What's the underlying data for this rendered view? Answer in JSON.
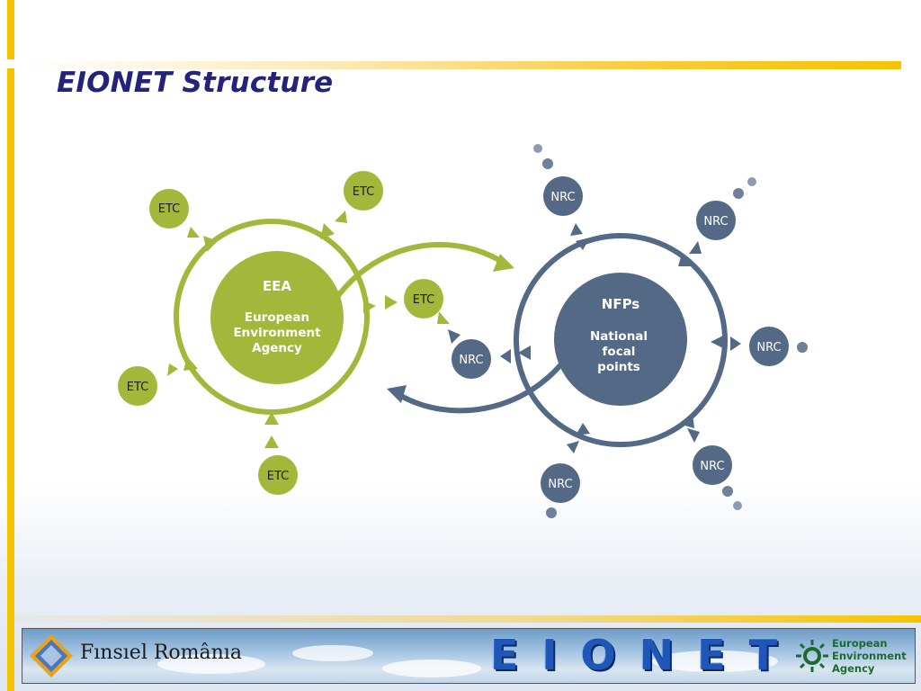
{
  "title": "EIONET Structure",
  "eea": {
    "title": "EEA",
    "lines": [
      "European",
      "Environment",
      "Agency"
    ],
    "color": "#a3b83a"
  },
  "nfp": {
    "title": "NFPs",
    "lines": [
      "National",
      "focal",
      "points"
    ],
    "color": "#546986"
  },
  "nodes": {
    "etc_label": "ETC",
    "nrc_label": "NRC",
    "etc_color": "#a3b83a",
    "nrc_color": "#546986"
  },
  "footer": {
    "company": "Fınsıel Românıa",
    "network": "EIONET",
    "agency_lines": [
      "European",
      "Environment",
      "Agency"
    ]
  }
}
